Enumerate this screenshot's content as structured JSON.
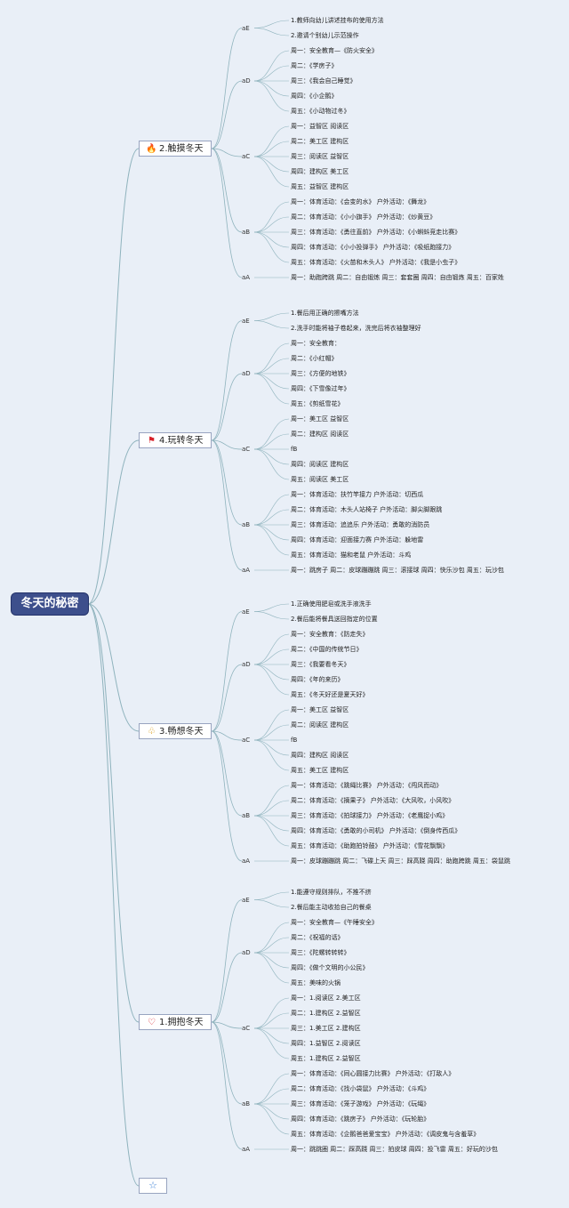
{
  "root": {
    "label": "冬天的秘密"
  },
  "topics": [
    {
      "label": "2.触摸冬天",
      "icon": "flame-icon",
      "glyph": "🔥",
      "color": "#e0451d",
      "groups": [
        {
          "label": "aE",
          "items": [
            "1.教师向幼儿讲述挂布的使用方法",
            "2.邀请个别幼儿示范操作"
          ]
        },
        {
          "label": "aD",
          "items": [
            "周一：安全教育—《防火安全》",
            "周二：《学房子》",
            "周三：《我会自己睡觉》",
            "周四：《小企鹅》",
            "周五：《小动物过冬》"
          ]
        },
        {
          "label": "aC",
          "items": [
            "周一：益智区 阅读区",
            "周二：美工区 建构区",
            "周三：阅读区 益智区",
            "周四：建构区 美工区",
            "周五：益智区 建构区"
          ]
        },
        {
          "label": "aB",
          "items": [
            "周一：体育活动：《会变的水》 户外活动：《舞龙》",
            "周二：体育活动：《小小旗手》 户外活动：《炒黄豆》",
            "周三：体育活动：《勇往直前》 户外活动：《小蝌蚪竞走比赛》",
            "周四：体育活动：《小小投弹手》 户外活动：《吸纸跑接力》",
            "周五：体育活动：《火苗和木头人》 户外活动：《我是小虫子》"
          ]
        },
        {
          "label": "aA",
          "items": [
            "周一：助跑跨跳 周二：自由锻炼 周三：套套圈 周四：自由锻炼 周五：百家姓"
          ]
        }
      ]
    },
    {
      "label": "4.玩转冬天",
      "icon": "flag-icon",
      "glyph": "⚑",
      "color": "#d8222a",
      "groups": [
        {
          "label": "aE",
          "items": [
            "1.餐后用正确的擦嘴方法",
            "2.洗手时能将袖子卷起来，洗完后将衣袖整理好"
          ]
        },
        {
          "label": "aD",
          "items": [
            "周一：安全教育：",
            "周二：《小红帽》",
            "周三：《方便的地铁》",
            "周四：《下雪像过年》",
            "周五：《剪纸雪花》"
          ]
        },
        {
          "label": "aC",
          "items": [
            "周一：美工区 益智区",
            "周二：建构区 阅读区",
            "fB",
            "周四：阅读区 建构区",
            "周五：阅读区 美工区"
          ]
        },
        {
          "label": "aB",
          "items": [
            "周一：体育活动：扶竹竿接力 户外活动：切西瓜",
            "周二：体育活动：木头人站椅子 户外活动：脚尖脚跟跳",
            "周三：体育活动：追追乐 户外活动：勇敢的消防员",
            "周四：体育活动：迎面接力赛 户外活动：躲地雷",
            "周五：体育活动：猫和老鼠 户外活动：斗鸡"
          ]
        },
        {
          "label": "aA",
          "items": [
            "周一：跳房子 周二：皮球蹦蹦跳 周三：滚接球 周四：快乐沙包 周五：玩沙包"
          ]
        }
      ]
    },
    {
      "label": "3.畅想冬天",
      "icon": "lightbulb-icon",
      "glyph": "♧",
      "color": "#d79a14",
      "groups": [
        {
          "label": "aE",
          "items": [
            "1.正确使用肥皂或洗手液洗手",
            "2.餐后能将餐具送回指定的位置"
          ]
        },
        {
          "label": "aD",
          "items": [
            "周一：安全教育：《防走失》",
            "周二：《中国的传统节日》",
            "周三：《我要看冬天》",
            "周四：《年的来历》",
            "周五：《冬天好还是夏天好》"
          ]
        },
        {
          "label": "aC",
          "items": [
            "周一：美工区 益智区",
            "周二：阅读区 建构区",
            "fB",
            "周四：建构区 阅读区",
            "周五：美工区 建构区"
          ]
        },
        {
          "label": "aB",
          "items": [
            "周一：体育活动：《跳绳比赛》 户外活动：《闯风而动》",
            "周二：体育活动：《摘果子》 户外活动：《大风吹，小风吹》",
            "周三：体育活动：《拍球接力》 户外活动：《老鹰捉小鸡》",
            "周四：体育活动：《勇敢的小司机》 户外活动：《倒身传西瓜》",
            "周五：体育活动：《助跑拍铃鼓》 户外活动：《雪花飘飘》"
          ]
        },
        {
          "label": "aA",
          "items": [
            "周一：皮球蹦蹦跳 周二：飞碟上天 周三：踩高跷 周四：助跑跨跳 周五：袋鼠跳"
          ]
        }
      ]
    },
    {
      "label": "1.拥抱冬天",
      "icon": "heart-icon",
      "glyph": "♡",
      "color": "#d8222a",
      "groups": [
        {
          "label": "aE",
          "items": [
            "1.能遵守规则排队，不推不挤",
            "2.餐后能主动收拾自己的餐桌"
          ]
        },
        {
          "label": "aD",
          "items": [
            "周一：安全教育—《午睡安全》",
            "周二：《祝福的话》",
            "周三：《陀螺转转转》",
            "周四：《做个文明的小公民》",
            "周五：美味的火锅"
          ]
        },
        {
          "label": "aC",
          "items": [
            "周一：1.阅读区 2.美工区",
            "周二：1.建构区 2.益智区",
            "周三：1.美工区 2.建构区",
            "周四：1.益智区 2.阅读区",
            "周五：1.建构区 2.益智区"
          ]
        },
        {
          "label": "aB",
          "items": [
            "周一：体育活动：《同心圆接力比赛》 户外活动：《打敌人》",
            "周二：体育活动：《找小袋鼠》 户外活动：《斗鸡》",
            "周三：体育活动：《笼子游戏》 户外活动：《玩绳》",
            "周四：体育活动：《跳房子》 户外活动：《玩轮胎》",
            "周五：体育活动：《企鹅爸爸爱宝宝》 户外活动：《调皮鬼与含羞草》"
          ]
        },
        {
          "label": "aA",
          "items": [
            "周一：跳跳圈 周二：踩高跷 周三：拍皮球 周四：投飞雷 周五：好玩的沙包"
          ]
        }
      ]
    }
  ],
  "extra_topic": {
    "icon": "star-icon",
    "glyph": "☆"
  }
}
